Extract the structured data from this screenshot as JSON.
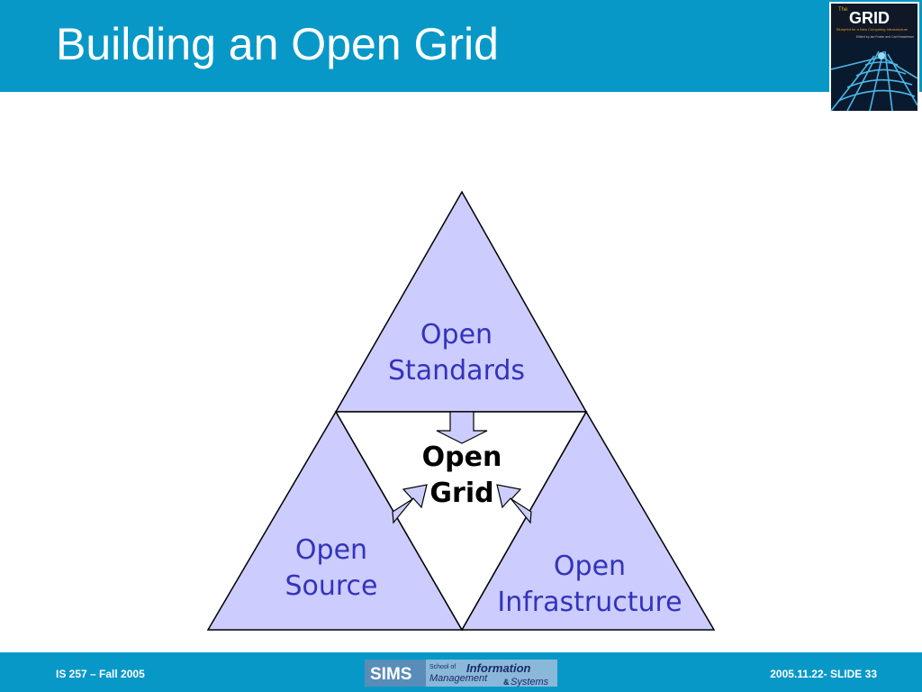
{
  "slide": {
    "title": "Building an Open Grid"
  },
  "book_cover": {
    "title": "GRID",
    "prefix": "The",
    "subtitle": "Blueprint for a New Computing Infrastructure",
    "editors": "Edited by Ian Foster and Carl Kesselman"
  },
  "diagram": {
    "top": {
      "line1": "Open",
      "line2": "Standards"
    },
    "left": {
      "line1": "Open",
      "line2": "Source"
    },
    "right": {
      "line1": "Open",
      "line2": "Infrastructure"
    },
    "center": {
      "line1": "Open",
      "line2": "Grid"
    },
    "colors": {
      "fill": "#ccccff",
      "text": "#3333bb",
      "stroke": "#000000"
    }
  },
  "footer": {
    "left": "IS 257 – Fall 2005",
    "right": "2005.11.22- SLIDE 33",
    "logo": {
      "sims": "SIMS",
      "school_of": "School of",
      "information": "Information",
      "management": "Management",
      "amp": "&",
      "systems": "Systems"
    }
  },
  "theme": {
    "header": "#0898c8",
    "footer": "#0898c8"
  }
}
